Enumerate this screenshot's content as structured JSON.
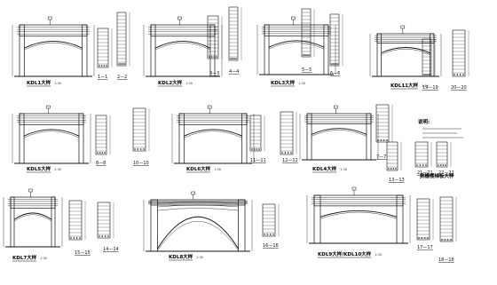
{
  "drawing": {
    "ink_color": "#111111",
    "background": "#ffffff",
    "accent_color": "#2a2a2a"
  },
  "elevations": [
    {
      "title": "KDL1大样",
      "scale": "1:30"
    },
    {
      "title": "KDL2大样",
      "scale": "1:30"
    },
    {
      "title": "KDL3大样",
      "scale": "1:30"
    },
    {
      "title": "KDL11大样",
      "scale": "1:30"
    },
    {
      "title": "KDL5大样",
      "scale": "1:30"
    },
    {
      "title": "KDL6大样",
      "scale": "1:30"
    },
    {
      "title": "KDL4大样",
      "scale": "1:30"
    },
    {
      "title": "KDL7大样",
      "scale": "1:30"
    },
    {
      "title": "KDL8大样",
      "scale": "1:30"
    },
    {
      "title": "KDL9大样/KDL10大样",
      "scale": "1:30"
    }
  ],
  "note_block_title": "说明:",
  "detail_title": "挑檐楼梯板大样",
  "sections": [
    {
      "label": "1—1"
    },
    {
      "label": "2—2"
    },
    {
      "label": "3—3"
    },
    {
      "label": "4—4"
    },
    {
      "label": "5—5"
    },
    {
      "label": "6—6"
    },
    {
      "label": "19—19"
    },
    {
      "label": "20—20"
    },
    {
      "label": "8—8"
    },
    {
      "label": "10—10"
    },
    {
      "label": "11—11"
    },
    {
      "label": "12—12"
    },
    {
      "label": "7—7"
    },
    {
      "label": "13—13"
    },
    {
      "label": "21—21"
    },
    {
      "label": "22—22"
    },
    {
      "label": "15—15"
    },
    {
      "label": "14—14"
    },
    {
      "label": "16—16"
    },
    {
      "label": "17—17"
    },
    {
      "label": "18—18"
    }
  ]
}
